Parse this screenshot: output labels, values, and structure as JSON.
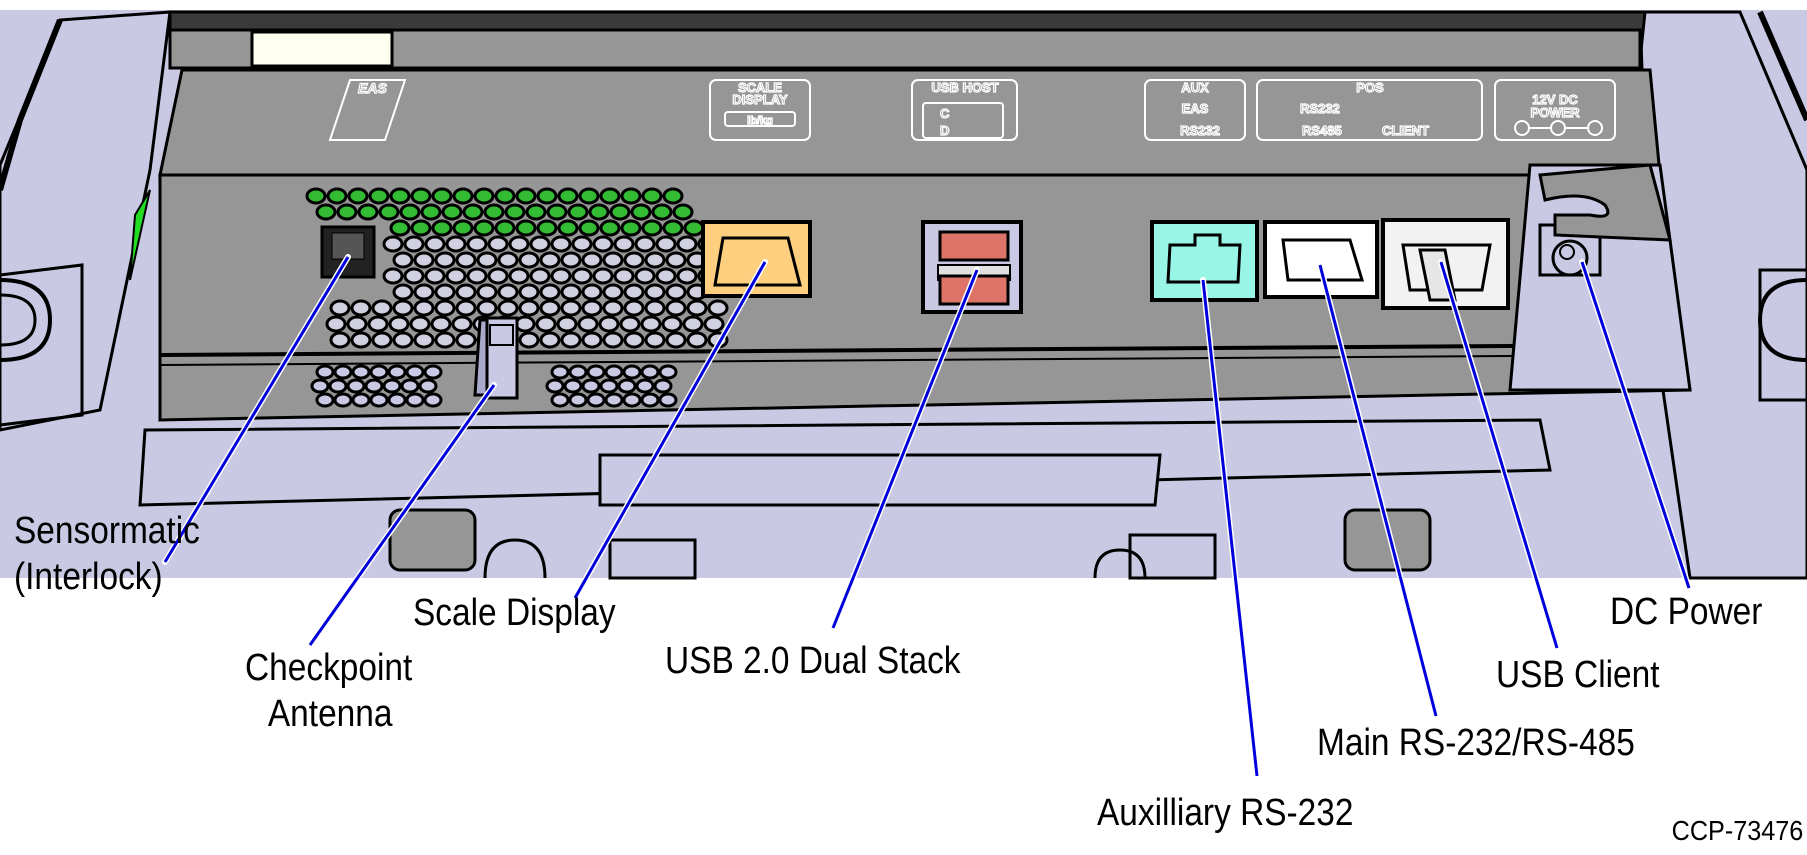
{
  "figure": {
    "document_id": "CCP-73476",
    "colors": {
      "housing": "#c9c9e4",
      "panel": "#969696",
      "panel_dark": "#3a3a3a",
      "outline": "#000000",
      "callout_line": "#0000dd",
      "scale_port": "#ffcf80",
      "usb_port": "#de7468",
      "aux_port": "#99f5e6",
      "vent_highlight": "#33bb33",
      "sticker": "#fffff0"
    }
  },
  "panel_labels": {
    "eas": "EAS",
    "scale_display": [
      "SCALE",
      "DISPLAY"
    ],
    "scale_unit": "lb/kg",
    "usb_host": "USB HOST",
    "usb_host_ports": [
      "C",
      "D"
    ],
    "aux": [
      "AUX",
      "EAS",
      "RS232"
    ],
    "pos_title": "POS",
    "pos_lines": [
      "RS232",
      "RS485"
    ],
    "pos_client": "CLIENT",
    "power": [
      "12V DC",
      "POWER"
    ]
  },
  "callouts": [
    {
      "id": "sensormatic",
      "lines": [
        "Sensormatic",
        "(Interlock)"
      ]
    },
    {
      "id": "checkpoint",
      "lines": [
        "Checkpoint",
        "Antenna"
      ]
    },
    {
      "id": "scale-display",
      "lines": [
        "Scale Display"
      ]
    },
    {
      "id": "usb-dual",
      "lines": [
        "USB 2.0 Dual Stack"
      ]
    },
    {
      "id": "aux-rs232",
      "lines": [
        "Auxilliary RS-232"
      ]
    },
    {
      "id": "main-rs232",
      "lines": [
        "Main RS-232/RS-485"
      ]
    },
    {
      "id": "usb-client",
      "lines": [
        "USB Client"
      ]
    },
    {
      "id": "dc-power",
      "lines": [
        "DC Power"
      ]
    }
  ]
}
